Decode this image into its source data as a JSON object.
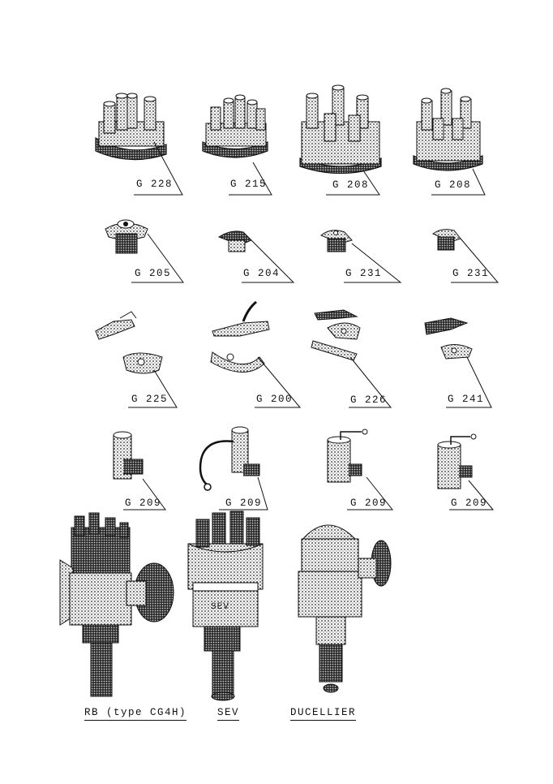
{
  "parts": [
    {
      "id": "cap-1",
      "label": "G 228"
    },
    {
      "id": "cap-2",
      "label": "G 215"
    },
    {
      "id": "cap-3",
      "label": "G 208"
    },
    {
      "id": "cap-4",
      "label": "G 208"
    },
    {
      "id": "rotor-1",
      "label": "G 205"
    },
    {
      "id": "rotor-2",
      "label": "G 204"
    },
    {
      "id": "rotor-3",
      "label": "G 231"
    },
    {
      "id": "rotor-4",
      "label": "G 231"
    },
    {
      "id": "contact-1",
      "label": "G 225"
    },
    {
      "id": "contact-2",
      "label": "G 200"
    },
    {
      "id": "contact-3",
      "label": "G 226"
    },
    {
      "id": "contact-4",
      "label": "G 241"
    },
    {
      "id": "condenser-1",
      "label": "G 209"
    },
    {
      "id": "condenser-2",
      "label": "G 209"
    },
    {
      "id": "condenser-3",
      "label": "G 209"
    },
    {
      "id": "condenser-4",
      "label": "G 209"
    }
  ],
  "distributors": [
    {
      "id": "rb",
      "label": "RB (type CG4H)"
    },
    {
      "id": "sev",
      "label": "SEV"
    },
    {
      "id": "ducellier",
      "label": "DUCELLIER"
    }
  ],
  "stamp_text": "SEV"
}
